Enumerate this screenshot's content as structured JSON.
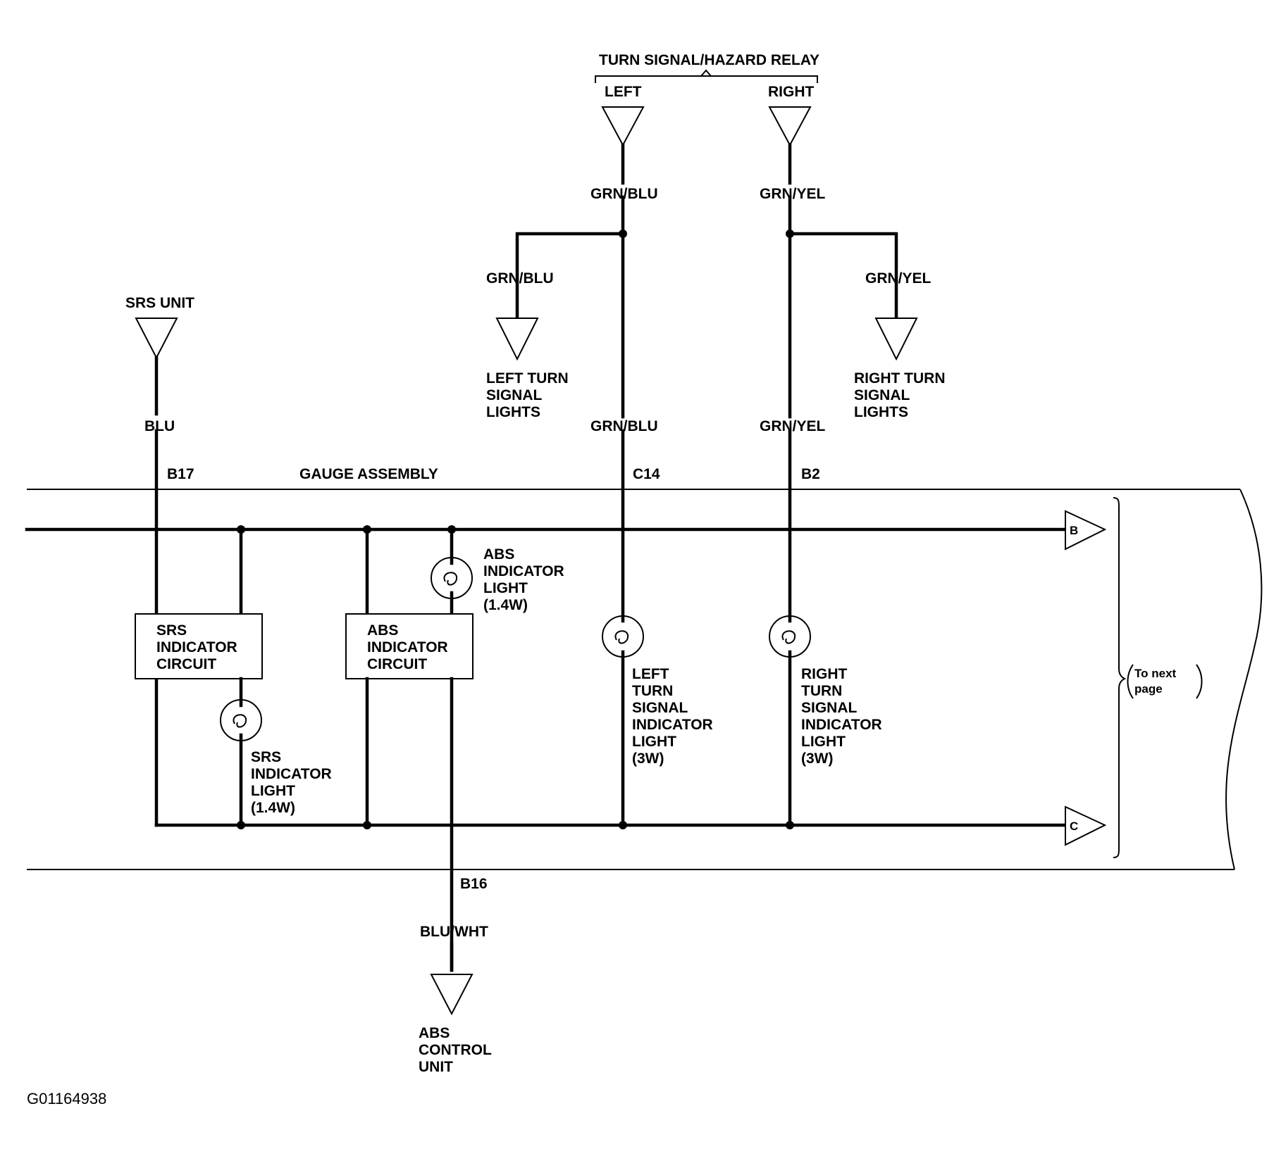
{
  "diagram": {
    "relay_title": "TURN SIGNAL/HAZARD RELAY",
    "relay_left": "LEFT",
    "relay_right": "RIGHT",
    "srs_unit": "SRS UNIT",
    "wires": {
      "blu": "BLU",
      "grn_blu_top": "GRN/BLU",
      "grn_yel_top": "GRN/YEL",
      "grn_blu_branch": "GRN/BLU",
      "grn_yel_branch": "GRN/YEL",
      "grn_blu_lower": "GRN/BLU",
      "grn_yel_lower": "GRN/YEL",
      "blu_wht": "BLU/WHT"
    },
    "left_turn_lights": [
      "LEFT TURN",
      "SIGNAL",
      "LIGHTS"
    ],
    "right_turn_lights": [
      "RIGHT TURN",
      "SIGNAL",
      "LIGHTS"
    ],
    "connectors": {
      "b17": "B17",
      "c14": "C14",
      "b2": "B2",
      "b16": "B16"
    },
    "gauge_assembly": "GAUGE ASSEMBLY",
    "abs_indicator_light": [
      "ABS",
      "INDICATOR",
      "LIGHT",
      "(1.4W)"
    ],
    "srs_indicator_circuit": [
      "SRS",
      "INDICATOR",
      "CIRCUIT"
    ],
    "abs_indicator_circuit": [
      "ABS",
      "INDICATOR",
      "CIRCUIT"
    ],
    "srs_indicator_light": [
      "SRS",
      "INDICATOR",
      "LIGHT",
      "(1.4W)"
    ],
    "left_indicator_light": [
      "LEFT",
      "TURN",
      "SIGNAL",
      "INDICATOR",
      "LIGHT",
      "(3W)"
    ],
    "right_indicator_light": [
      "RIGHT",
      "TURN",
      "SIGNAL",
      "INDICATOR",
      "LIGHT",
      "(3W)"
    ],
    "arrow_b": "B",
    "arrow_c": "C",
    "to_next_page": [
      "To next",
      "page"
    ],
    "abs_control_unit": [
      "ABS",
      "CONTROL",
      "UNIT"
    ],
    "figure_id": "G01164938"
  }
}
